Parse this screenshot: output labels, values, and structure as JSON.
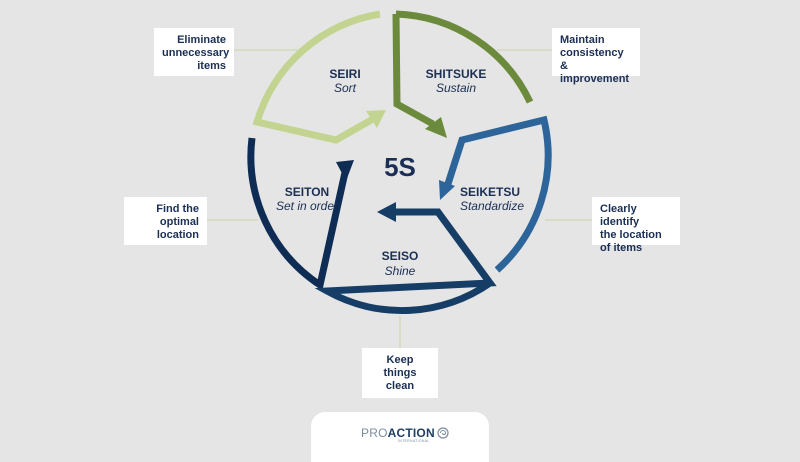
{
  "center_label": "5S",
  "stages": [
    {
      "key": "seiri",
      "name": "SEIRI",
      "meaning": "Sort",
      "description": [
        "Eliminate",
        "unnecessary",
        "items"
      ],
      "color": "#c2d48f"
    },
    {
      "key": "shitsuke",
      "name": "SHITSUKE",
      "meaning": "Sustain",
      "description": [
        "Maintain",
        "consistency &",
        "improvement"
      ],
      "color": "#6b8a3b"
    },
    {
      "key": "seiketsu",
      "name": "SEIKETSU",
      "meaning": "Standardize",
      "description": [
        "Clearly identify",
        "the location",
        "of items"
      ],
      "color": "#2d6499"
    },
    {
      "key": "seiso",
      "name": "SEISO",
      "meaning": "Shine",
      "description": [
        "Keep",
        "things",
        "clean"
      ],
      "color": "#153d66"
    },
    {
      "key": "seiton",
      "name": "SEITON",
      "meaning": "Set in order",
      "description": [
        "Find the",
        "optimal",
        "location"
      ],
      "color": "#0f2d54"
    }
  ],
  "logo": {
    "pro": "PRO",
    "action": "ACTION",
    "sub": "INTERNATIONAL",
    "icon": "spiral-icon"
  }
}
